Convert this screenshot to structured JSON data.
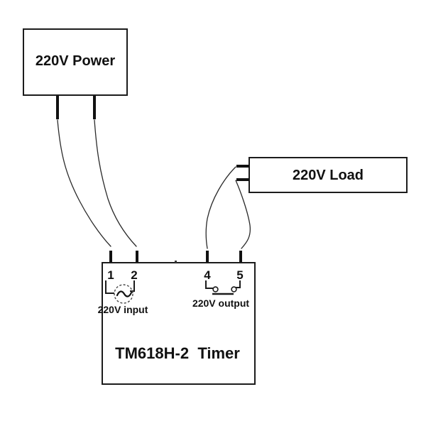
{
  "diagram": {
    "title": "TM618H-2  Timer",
    "colors": {
      "background": "#ffffff",
      "line": "#1c1c1c",
      "text": "#111111"
    },
    "power_box": {
      "label": "220V Power"
    },
    "load_box": {
      "label": "220V Load"
    },
    "timer_box": {
      "label": "TM618H-2  Timer",
      "terminals": {
        "t1": "1",
        "t2": "2",
        "t4": "4",
        "t5": "5"
      },
      "input_label": "220V input",
      "output_label": "220V output",
      "input_icon": "ac-source-icon",
      "output_icon": "open-contact-icon"
    }
  }
}
